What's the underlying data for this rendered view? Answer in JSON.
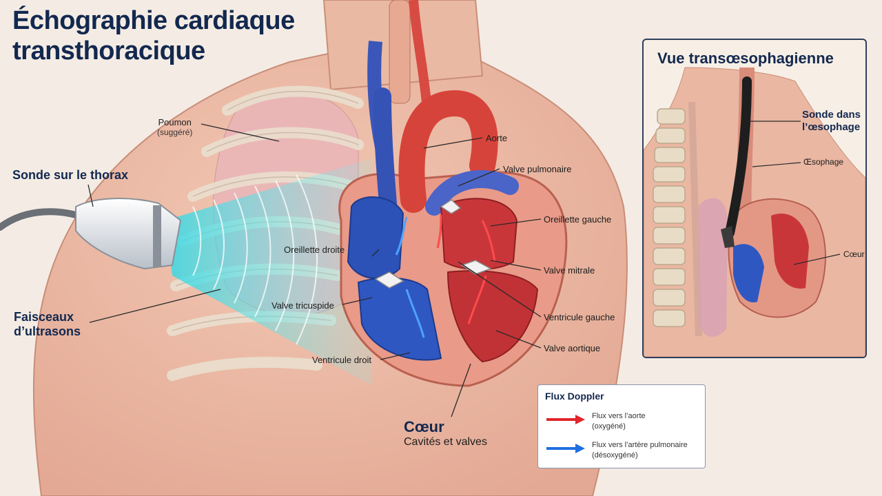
{
  "title": {
    "line1": "Échographie cardiaque",
    "line2": "transthoracique"
  },
  "labels": {
    "lung": "Poumon",
    "lung_note": "(suggéré)",
    "probe_chest": "Sonde sur le thorax",
    "beams_line1": "Faisceaux",
    "beams_line2": "d’ultrasons",
    "aorta": "Aorte",
    "pulmonary_valve": "Valve pulmonaire",
    "left_atrium": "Oreillette gauche",
    "right_atrium": "Oreillette droite",
    "mitral_valve": "Valve mitrale",
    "tricuspid_valve": "Valve tricuspide",
    "left_ventricle": "Ventricule gauche",
    "aortic_valve": "Valve aortique",
    "right_ventricle": "Ventricule droit",
    "heart": "Cœur",
    "heart_sub": "Cavités et valves"
  },
  "tee": {
    "title": "Vue transœsophagienne",
    "probe_line1": "Sonde dans",
    "probe_line2": "l’œsophage",
    "esophagus": "Œsophage",
    "heart": "Cœur"
  },
  "legend": {
    "title": "Flux Doppler",
    "items": [
      {
        "line1": "Flux vers l’aorte",
        "line2": "(oxygéné)",
        "color": "#e0262b"
      },
      {
        "line1": "Flux vers l’artère pulmonaire",
        "line2": "(désoxygéné)",
        "color": "#1f6fe0"
      }
    ]
  },
  "colors": {
    "title": "#13284f",
    "oxygenated": "#e0262b",
    "deoxygenated": "#1f6fe0",
    "ultrasound": "#30d6e0"
  }
}
